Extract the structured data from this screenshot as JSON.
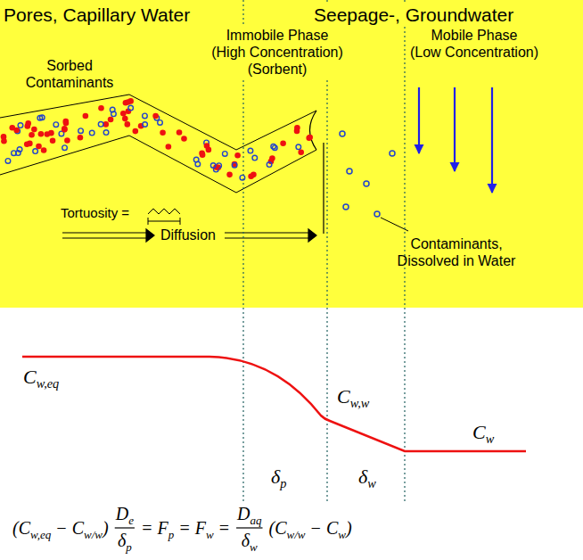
{
  "diagram": {
    "labels": [
      "Pores, Capillary Water",
      "Seepage-, Groundwater",
      "Immobile Phase (High Concentration) (Sorbent)",
      "Mobile Phase (Low Concentration)",
      "Sorbed Contaminants",
      "Tortuosity =",
      "Diffusion",
      "Contaminants, Dissolved in Water",
      "Cw,eq",
      "Cw,w",
      "Cw",
      "δp",
      "δw",
      "(Cw,eq − Cw/w)",
      "De",
      "δp",
      "= Fp = Fw =",
      "Daq",
      "δw",
      "(Cw/w − Cw)"
    ]
  }
}
